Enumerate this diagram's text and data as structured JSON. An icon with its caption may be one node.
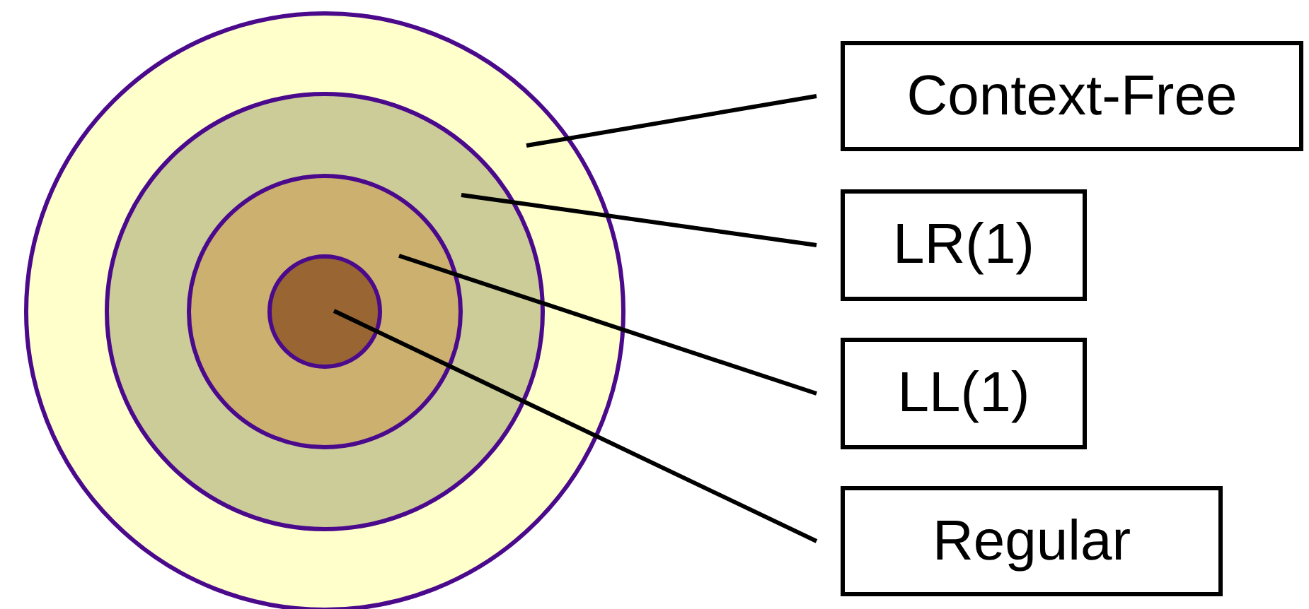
{
  "diagram": {
    "nodes": [
      {
        "text": [],
        "shape": "circle"
      },
      {
        "text": [],
        "shape": "circle",
        "in": 0
      },
      {
        "text": [],
        "shape": "circle",
        "in": 1
      },
      {
        "text": [],
        "shape": "circle",
        "in": 2
      },
      {
        "text": [
          "Context-Free"
        ]
      },
      {
        "text": [
          "LR(1)"
        ]
      },
      {
        "text": [
          "LL(1)"
        ]
      },
      {
        "text": [
          "Regular"
        ]
      }
    ],
    "edges": [
      {
        "from": 4,
        "to": 0,
        "arrow": "none"
      },
      {
        "from": 5,
        "to": 1,
        "arrow": "none"
      },
      {
        "from": 6,
        "to": 2,
        "arrow": "none"
      },
      {
        "from": 7,
        "to": 3,
        "arrow": "none"
      }
    ]
  }
}
